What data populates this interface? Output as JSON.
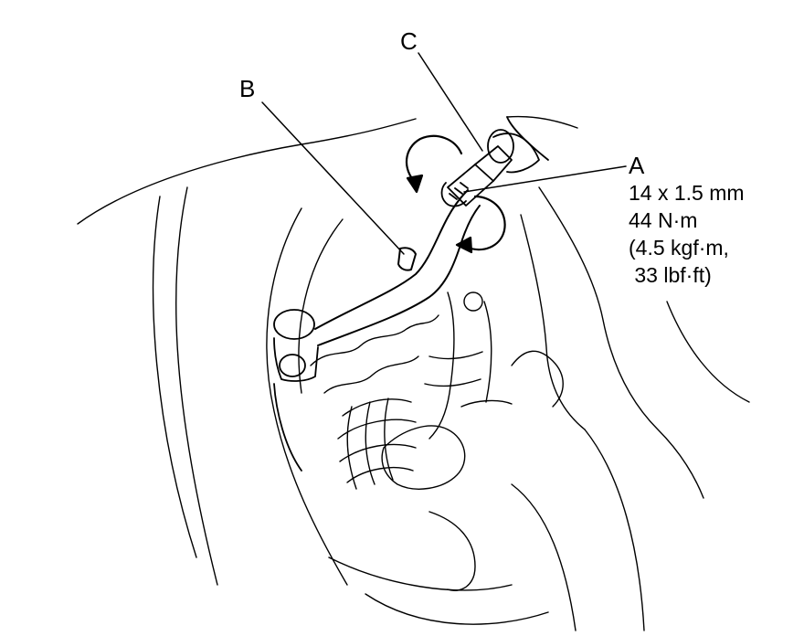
{
  "callouts": {
    "a": "A",
    "b": "B",
    "c": "C"
  },
  "spec_a": {
    "line1": "14 x 1.5 mm",
    "line2": "44 N·m",
    "line3": "(4.5 kgf·m,",
    "line4": " 33 lbf·ft)"
  },
  "colors": {
    "ink": "#000000",
    "paper": "#ffffff"
  }
}
